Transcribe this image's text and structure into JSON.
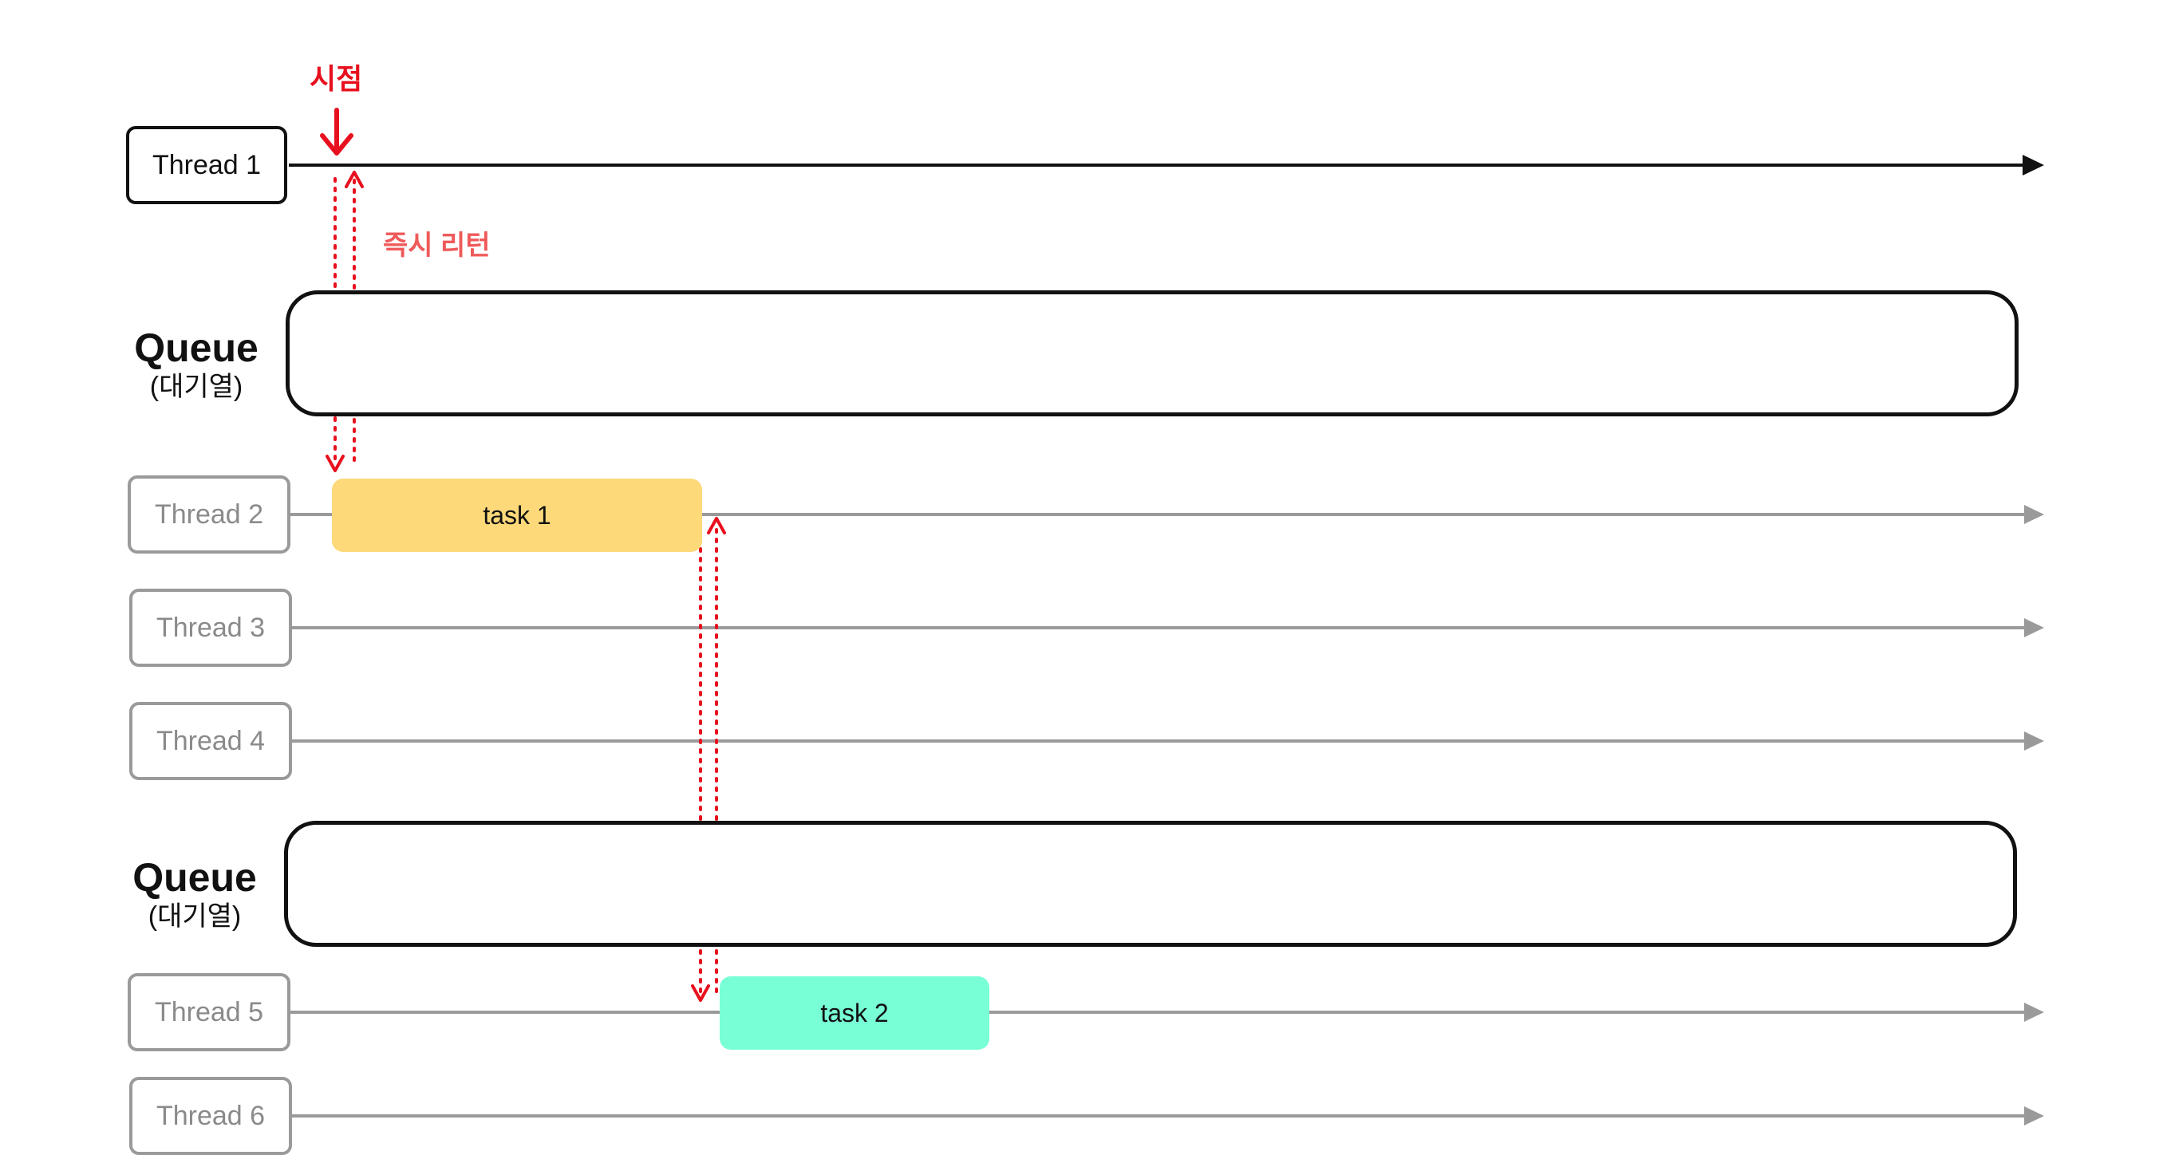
{
  "colors": {
    "active_line": "#111111",
    "idle_line": "#9a9a9a",
    "annotation_red": "#e8101e",
    "annotation_pink": "#ef5a5a",
    "task1_fill": "#fdd97a",
    "task2_fill": "#78ffd6"
  },
  "threads": [
    {
      "label": "Thread 1",
      "state": "active"
    },
    {
      "label": "Thread 2",
      "state": "idle"
    },
    {
      "label": "Thread 3",
      "state": "idle"
    },
    {
      "label": "Thread 4",
      "state": "idle"
    },
    {
      "label": "Thread 5",
      "state": "idle"
    },
    {
      "label": "Thread 6",
      "state": "idle"
    }
  ],
  "queues": [
    {
      "title": "Queue",
      "subtitle": "(대기열)"
    },
    {
      "title": "Queue",
      "subtitle": "(대기열)"
    }
  ],
  "tasks": [
    {
      "label": "task 1"
    },
    {
      "label": "task 2"
    }
  ],
  "annotations": {
    "time_point": "시점",
    "immediate_return": "즉시 리턴"
  }
}
